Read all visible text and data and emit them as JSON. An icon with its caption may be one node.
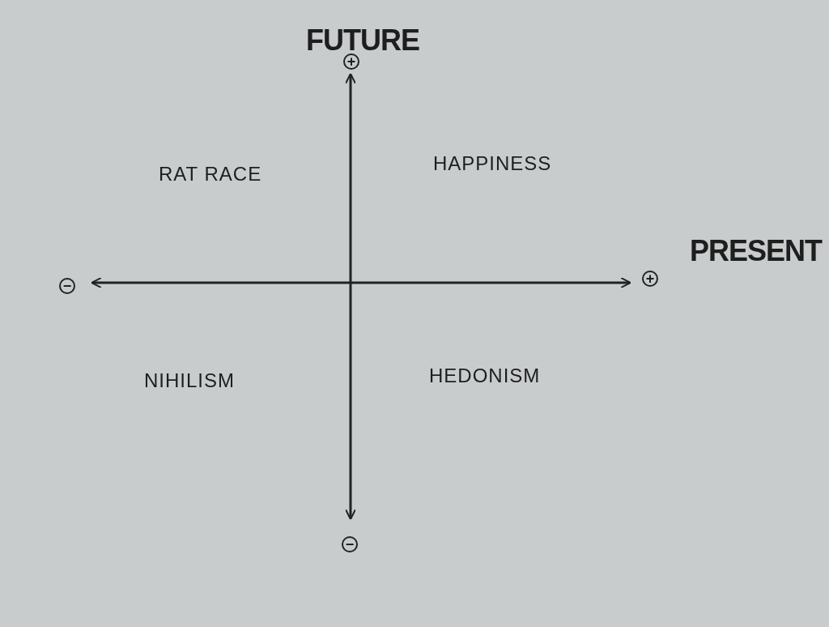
{
  "diagram": {
    "labels": [
      "FUTURE",
      "+",
      "RAT RACE",
      "HAPPINESS",
      "PRESENT",
      "−",
      "+",
      "NIHILISM",
      "HEDONISM",
      "−"
    ]
  }
}
